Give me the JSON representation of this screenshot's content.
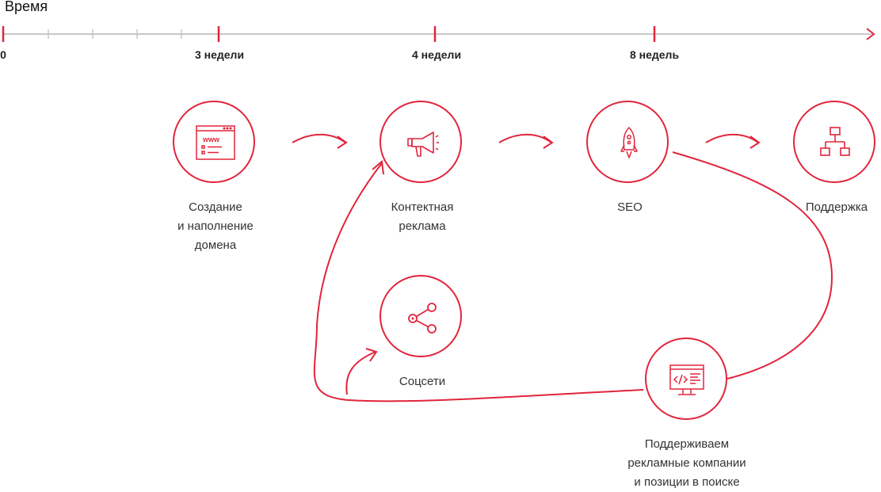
{
  "timeline": {
    "title": "Время",
    "ticks": [
      "0",
      "3 недели",
      "4 недели",
      "8 недель"
    ]
  },
  "steps": {
    "domain": "Создание\nи наполнение\nдомена",
    "context_ads": "Контектная\nреклама",
    "seo": "SEO",
    "support": "Поддержка",
    "social": "Соцсети",
    "maintain": "Поддерживаем\nрекламные компании\nи позиции в поиске"
  },
  "icons": {
    "domain": "www-browser-icon",
    "context_ads": "megaphone-icon",
    "seo": "rocket-icon",
    "support": "sitemap-icon",
    "social": "share-icon",
    "maintain": "code-monitor-icon"
  },
  "colors": {
    "accent": "#e1253c",
    "axis": "#c8c8c8"
  }
}
